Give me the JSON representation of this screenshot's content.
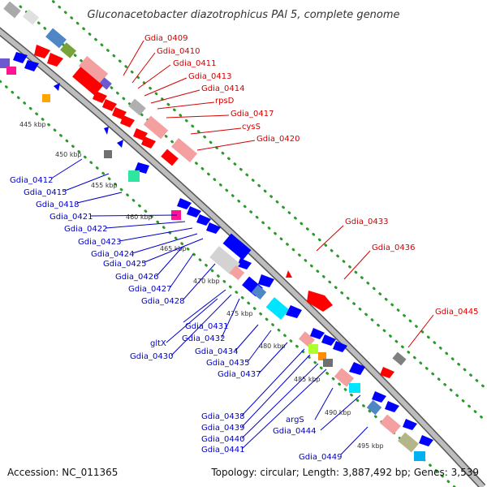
{
  "title": "Gluconacetobacter diazotrophicus PAl 5, complete genome",
  "accession": "Accession: NC_011365",
  "topology": "Topology: circular; Length: 3,887,492 bp; Genes: 3,539",
  "colors": {
    "forward_label": "#d40000",
    "reverse_label": "#0000cc",
    "backbone": "#9a9a9a",
    "dots": "#2a9a2a"
  },
  "ticks": [
    "445 kbp",
    "450 kbp",
    "455 kbp",
    "460 kbp",
    "465 kbp",
    "470 kbp",
    "475 kbp",
    "480 kbp",
    "485 kbp",
    "490 kbp",
    "495 kbp"
  ],
  "forward_genes": [
    "Gdia_0409",
    "Gdia_0410",
    "Gdia_0411",
    "Gdia_0413",
    "Gdia_0414",
    "rpsD",
    "Gdia_0417",
    "cysS",
    "Gdia_0420",
    "Gdia_0433",
    "Gdia_0436",
    "Gdia_0445"
  ],
  "reverse_genes": [
    "Gdia_0412",
    "Gdia_0415",
    "Gdia_0418",
    "Gdia_0421",
    "Gdia_0422",
    "Gdia_0423",
    "Gdia_0424",
    "Gdia_0425",
    "Gdia_0426",
    "Gdia_0427",
    "Gdia_0428",
    "Gdia_0431",
    "gltX",
    "Gdia_0432",
    "Gdia_0430",
    "Gdia_0434",
    "Gdia_0435",
    "Gdia_0437",
    "Gdia_0438",
    "Gdia_0439",
    "Gdia_0440",
    "Gdia_0441",
    "argS",
    "Gdia_0444",
    "Gdia_0449"
  ]
}
